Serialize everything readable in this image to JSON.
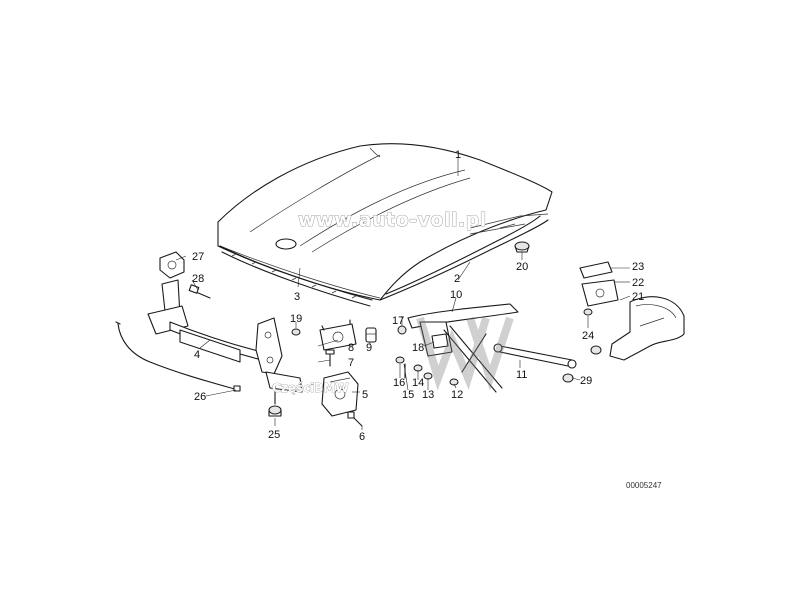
{
  "diagram": {
    "watermark_main": "www.auto-voll.pl",
    "watermark_secondary": "CzęściBMW",
    "reference_code": "00005247",
    "callouts": [
      {
        "id": "c1",
        "label": "1"
      },
      {
        "id": "c2",
        "label": "2"
      },
      {
        "id": "c3",
        "label": "3"
      },
      {
        "id": "c4",
        "label": "4"
      },
      {
        "id": "c5",
        "label": "5"
      },
      {
        "id": "c6",
        "label": "6"
      },
      {
        "id": "c7",
        "label": "7"
      },
      {
        "id": "c8",
        "label": "8"
      },
      {
        "id": "c9",
        "label": "9"
      },
      {
        "id": "c10",
        "label": "10"
      },
      {
        "id": "c11",
        "label": "11"
      },
      {
        "id": "c12",
        "label": "12"
      },
      {
        "id": "c13",
        "label": "13"
      },
      {
        "id": "c14",
        "label": "14"
      },
      {
        "id": "c15",
        "label": "15"
      },
      {
        "id": "c16",
        "label": "16"
      },
      {
        "id": "c17",
        "label": "17"
      },
      {
        "id": "c18",
        "label": "18"
      },
      {
        "id": "c19",
        "label": "19"
      },
      {
        "id": "c20",
        "label": "20"
      },
      {
        "id": "c21",
        "label": "21"
      },
      {
        "id": "c22",
        "label": "22"
      },
      {
        "id": "c23",
        "label": "23"
      },
      {
        "id": "c24",
        "label": "24"
      },
      {
        "id": "c25",
        "label": "25"
      },
      {
        "id": "c26",
        "label": "26"
      },
      {
        "id": "c27",
        "label": "27"
      },
      {
        "id": "c28",
        "label": "28"
      },
      {
        "id": "c29",
        "label": "29"
      }
    ]
  }
}
